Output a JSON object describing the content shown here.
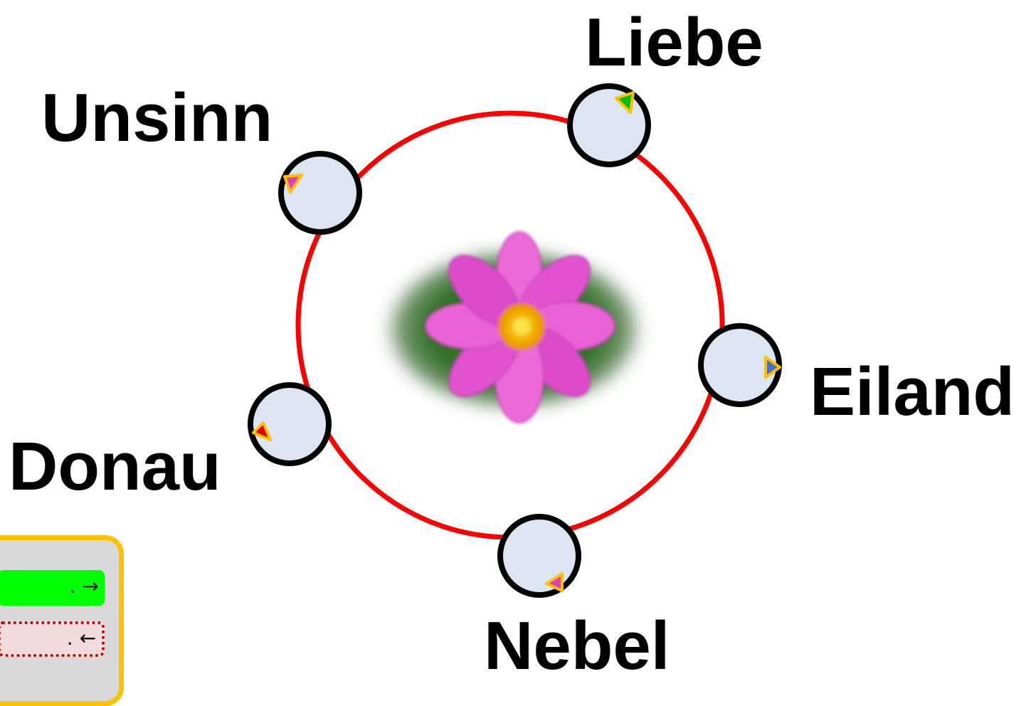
{
  "words": {
    "liebe": "Liebe",
    "unsinn": "Unsinn",
    "eiland": "Eiland",
    "donau": "Donau",
    "nebel": "Nebel"
  },
  "controls": {
    "next_label": ". →",
    "prev_label": ". ←"
  },
  "nodes": [
    {
      "id": "liebe",
      "marker_color": "#00c000"
    },
    {
      "id": "unsinn",
      "marker_color": "#e040c0"
    },
    {
      "id": "eiland",
      "marker_color": "#4472c4"
    },
    {
      "id": "donau",
      "marker_color": "#e00000"
    },
    {
      "id": "nebel",
      "marker_color": "#e040c0"
    }
  ],
  "colors": {
    "ring": "#ff0000",
    "node_fill": "#dce6f2",
    "node_stroke": "#000000",
    "marker_stroke": "#ffc000",
    "panel_border": "#ffc000",
    "panel_fill": "#d9d9d9",
    "next_fill": "#00ff00",
    "prev_fill": "#f2dcdb",
    "prev_border": "#c00000"
  },
  "icons": {
    "center": "pink-flower-image",
    "next": "right-arrow-icon",
    "prev": "left-arrow-icon"
  }
}
